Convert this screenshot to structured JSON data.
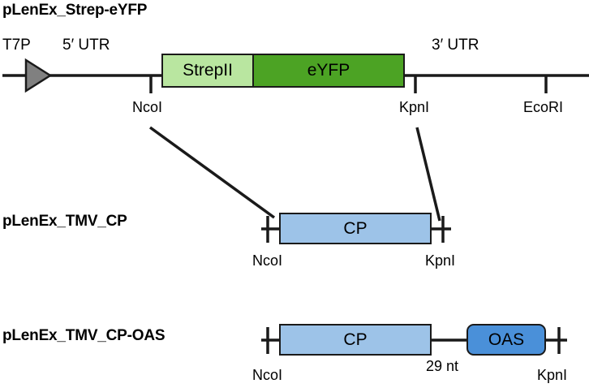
{
  "figure": {
    "background": "#ffffff",
    "stroke_color": "#1a1a1a"
  },
  "constructs": [
    {
      "id": "plenex-strep-eyfp",
      "title": "pLenEx_Strep-eYFP",
      "upstream_labels": [
        {
          "name": "promoter-label",
          "text": "T7P"
        },
        {
          "name": "five-prime-utr-label",
          "text": "5′ UTR"
        }
      ],
      "downstream_labels": [
        {
          "name": "three-prime-utr-label",
          "text": "3′ UTR"
        }
      ],
      "features": [
        {
          "name": "strepii-box",
          "label": "StrepII",
          "color": "#b9e6a0"
        },
        {
          "name": "eyfp-box",
          "label": "eYFP",
          "color": "#4ca324"
        }
      ],
      "restriction_sites": [
        {
          "name": "site-ncoi",
          "text": "NcoI"
        },
        {
          "name": "site-kpni",
          "text": "KpnI"
        },
        {
          "name": "site-ecori",
          "text": "EcoRI"
        }
      ]
    },
    {
      "id": "plenex-tmv-cp",
      "title": "pLenEx_TMV_CP",
      "features": [
        {
          "name": "cp-box",
          "label": "CP",
          "color": "#9dc3e8"
        }
      ],
      "restriction_sites": [
        {
          "name": "site-ncoi",
          "text": "NcoI"
        },
        {
          "name": "site-kpni",
          "text": "KpnI"
        }
      ]
    },
    {
      "id": "plenex-tmv-cp-oas",
      "title": "pLenEx_TMV_CP-OAS",
      "features": [
        {
          "name": "cp-box",
          "label": "CP",
          "color": "#9dc3e8"
        },
        {
          "name": "oas-box",
          "label": "OAS",
          "color": "#4a90d9"
        }
      ],
      "linker": {
        "name": "linker-length-label",
        "text": "29 nt"
      },
      "restriction_sites": [
        {
          "name": "site-ncoi",
          "text": "NcoI"
        },
        {
          "name": "site-kpni",
          "text": "KpnI"
        }
      ]
    }
  ]
}
